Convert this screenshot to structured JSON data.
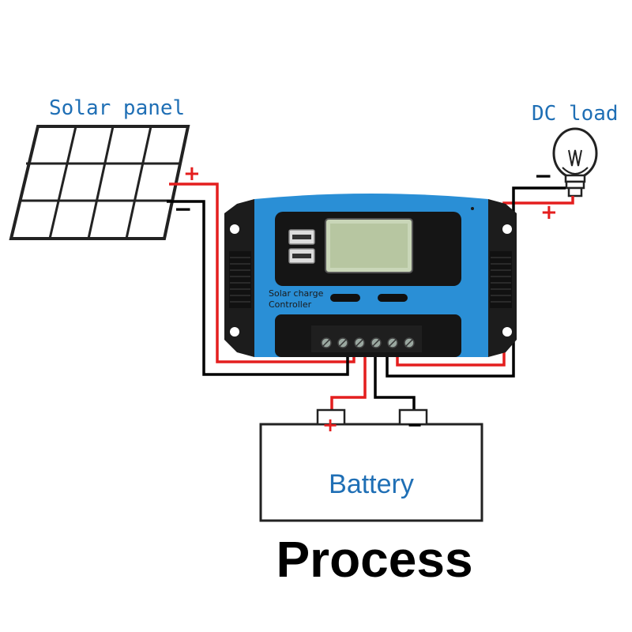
{
  "labels": {
    "solar_panel": "Solar panel",
    "dc_load": "DC load",
    "battery": "Battery",
    "controller_line1": "Solar charge",
    "controller_line2": "Controller",
    "caption": "Process"
  },
  "polarity": {
    "plus": "+",
    "minus": "−"
  },
  "colors": {
    "label_blue": "#1f6fb5",
    "wire_positive": "#e41e1e",
    "wire_negative": "#000000",
    "controller_blue": "#2a8fd6",
    "controller_body": "#1c1c1c",
    "lcd_screen": "#c9d6b8"
  },
  "icons": [
    "solar-panel-icon",
    "light-bulb-icon",
    "usb-port-icon",
    "terminal-screw-icon"
  ]
}
